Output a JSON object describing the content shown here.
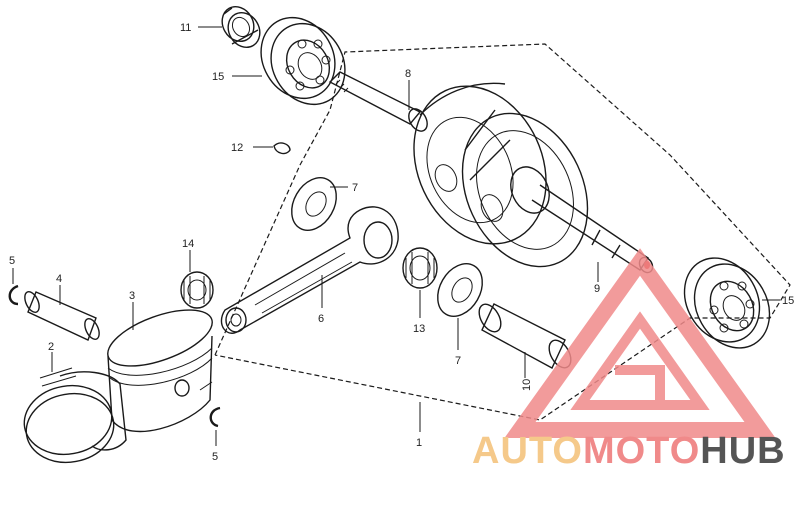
{
  "labels": {
    "p1": "1",
    "p2": "2",
    "p3": "3",
    "p4": "4",
    "p5a": "5",
    "p5b": "5",
    "p6": "6",
    "p7a": "7",
    "p7b": "7",
    "p8": "8",
    "p9": "9",
    "p10": "10",
    "p11": "11",
    "p12": "12",
    "p13": "13",
    "p14": "14",
    "p15a": "15",
    "p15b": "15"
  },
  "watermark": {
    "part1": "AUTO",
    "part2": "MOTO",
    "part3": "HUB",
    "color_light": "#f5c98a",
    "color_red": "#f08a8a",
    "color_dark": "#555555"
  }
}
